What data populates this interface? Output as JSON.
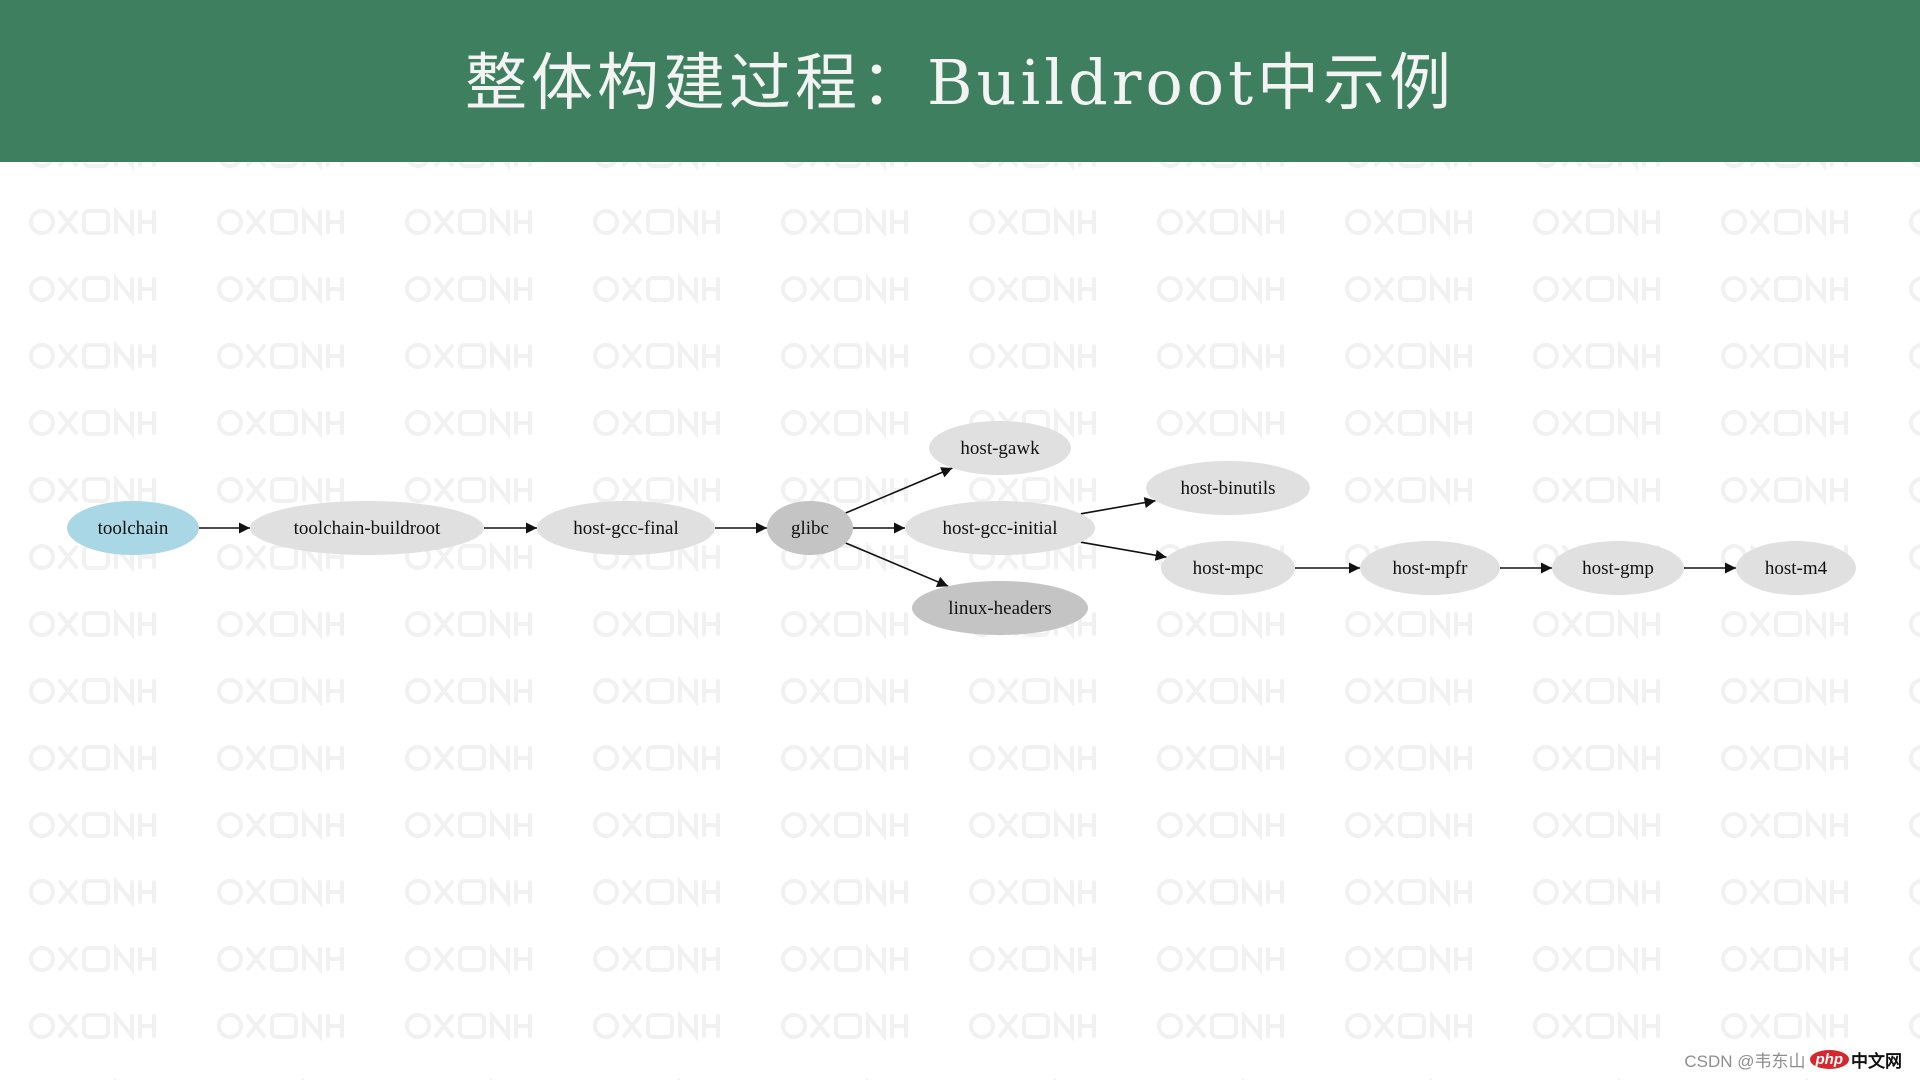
{
  "slide": {
    "title": "整体构建过程：Buildroot中示例"
  },
  "colors": {
    "header_bg": "#3d7f5f",
    "title_text": "#f3f3f3",
    "node_root": "#a9d7e6",
    "node_default": "#e0e0e0",
    "node_highlight": "#c4c4c4",
    "edge": "#111111",
    "watermark": "#f2f2f2"
  },
  "diagram": {
    "nodes": [
      {
        "id": "toolchain",
        "label": "toolchain",
        "style": "root"
      },
      {
        "id": "toolchain-buildroot",
        "label": "toolchain-buildroot",
        "style": "default"
      },
      {
        "id": "host-gcc-final",
        "label": "host-gcc-final",
        "style": "default"
      },
      {
        "id": "glibc",
        "label": "glibc",
        "style": "highlight"
      },
      {
        "id": "host-gawk",
        "label": "host-gawk",
        "style": "default"
      },
      {
        "id": "host-gcc-initial",
        "label": "host-gcc-initial",
        "style": "default"
      },
      {
        "id": "linux-headers",
        "label": "linux-headers",
        "style": "highlight"
      },
      {
        "id": "host-binutils",
        "label": "host-binutils",
        "style": "default"
      },
      {
        "id": "host-mpc",
        "label": "host-mpc",
        "style": "default"
      },
      {
        "id": "host-mpfr",
        "label": "host-mpfr",
        "style": "default"
      },
      {
        "id": "host-gmp",
        "label": "host-gmp",
        "style": "default"
      },
      {
        "id": "host-m4",
        "label": "host-m4",
        "style": "default"
      }
    ],
    "edges": [
      {
        "from": "toolchain",
        "to": "toolchain-buildroot"
      },
      {
        "from": "toolchain-buildroot",
        "to": "host-gcc-final"
      },
      {
        "from": "host-gcc-final",
        "to": "glibc"
      },
      {
        "from": "glibc",
        "to": "host-gawk"
      },
      {
        "from": "glibc",
        "to": "host-gcc-initial"
      },
      {
        "from": "glibc",
        "to": "linux-headers"
      },
      {
        "from": "host-gcc-initial",
        "to": "host-binutils"
      },
      {
        "from": "host-gcc-initial",
        "to": "host-mpc"
      },
      {
        "from": "host-mpc",
        "to": "host-mpfr"
      },
      {
        "from": "host-mpfr",
        "to": "host-gmp"
      },
      {
        "from": "host-gmp",
        "to": "host-m4"
      }
    ]
  },
  "credit": {
    "text": "CSDN @韦东山",
    "badge_php": "php",
    "badge_cn": "中文网"
  }
}
